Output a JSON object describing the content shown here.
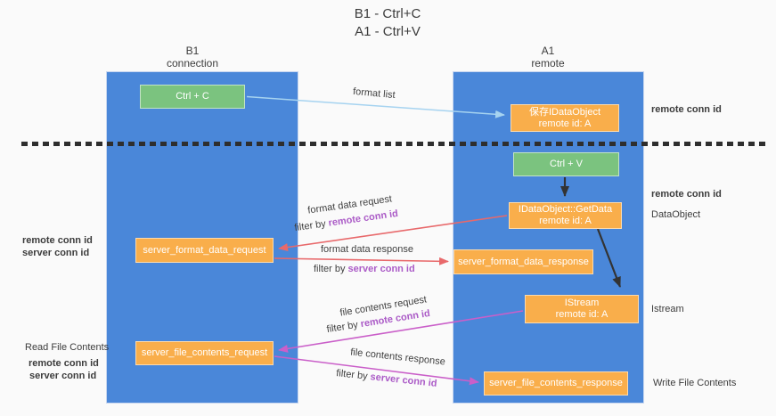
{
  "title": {
    "line1": "B1 - Ctrl+C",
    "line2": "A1 - Ctrl+V"
  },
  "lifelines": {
    "left": {
      "name": "B1",
      "role": "connection"
    },
    "right": {
      "name": "A1",
      "role": "remote"
    }
  },
  "boxes": {
    "ctrl_c": "Ctrl + C",
    "ctrl_v": "Ctrl + V",
    "save_idataobject": {
      "title": "保存IDataObject",
      "subtitle": "remote id: A"
    },
    "getdata": {
      "title": "IDataObject::GetData",
      "subtitle": "remote id: A"
    },
    "istream": {
      "title": "IStream",
      "subtitle": "remote id: A"
    },
    "server_format_data_request": "server_format_data_request",
    "server_format_data_response": "server_format_data_response",
    "server_file_contents_request": "server_file_contents_request",
    "server_file_contents_response": "server_file_contents_response"
  },
  "flow_labels": {
    "format_list": "format list",
    "format_data_request": "format data request",
    "format_data_request_filter_prefix": "filter by ",
    "format_data_request_filter_key": "remote conn id",
    "format_data_response": "format data response",
    "format_data_response_filter_prefix": "filter by ",
    "format_data_response_filter_key": "server conn id",
    "file_contents_request": "file contents request",
    "file_contents_request_filter_prefix": "filter by ",
    "file_contents_request_filter_key": "remote conn id",
    "file_contents_response": "file contents response",
    "file_contents_response_filter_prefix": "filter by ",
    "file_contents_response_filter_key": "server conn id"
  },
  "side_labels": {
    "right_remote_conn_id_top": "remote conn id",
    "right_remote_conn_id_mid": "remote conn id",
    "right_dataobject": "DataObject",
    "right_istream": "Istream",
    "right_write_file_contents": "Write File Contents",
    "left_remote_conn_id_1": "remote conn id",
    "left_server_conn_id_1": "server conn id",
    "left_read_file_contents": "Read File Contents",
    "left_remote_conn_id_2": "remote conn id",
    "left_server_conn_id_2": "server conn id"
  },
  "colors": {
    "column_blue": "#4a87d9",
    "box_orange": "#f9ae4b",
    "box_green": "#7bc37f",
    "arrow_light_blue": "#a6d3f0",
    "arrow_red": "#e8696b",
    "arrow_magenta": "#ca5fc9",
    "arrow_black": "#333333",
    "text_purple": "#ab5bc7",
    "text_green": "#6dbf76",
    "text_dark": "#3f3f3f",
    "background": "#fafafa",
    "dashed_line": "#2e2e2e"
  }
}
